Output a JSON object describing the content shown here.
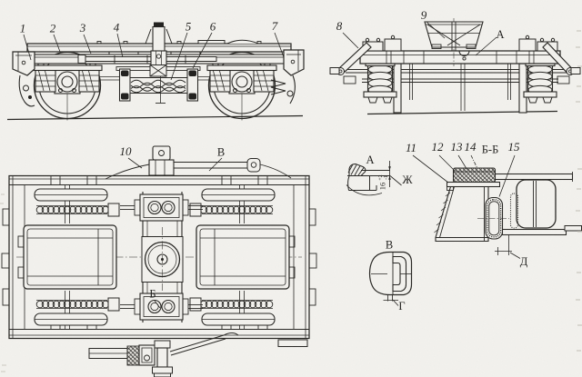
{
  "figure": {
    "kind": "scanned technical line drawing",
    "subject": "Railway tram bogie: side elevation, end elevation, plan view, flange detail A, hub detail V, section B-B",
    "background_color": "#f3f2ee",
    "ink_color": "#262522"
  },
  "callouts": {
    "side_view": {
      "p1": "1",
      "p2": "2",
      "p3": "3",
      "p4": "4",
      "p5": "5",
      "p6": "6",
      "p7": "7"
    },
    "end_view": {
      "p8": "8",
      "p9": "9",
      "view_a": "А"
    },
    "plan_view": {
      "p10": "10",
      "view_v": "В",
      "view_b": "Б"
    },
    "detail_a": {
      "title": "А",
      "mark_zh": "Ж",
      "dim_value": "16",
      "dim_upper": "+2",
      "dim_lower": "-1"
    },
    "detail_v": {
      "title": "В",
      "mark_g": "Г"
    },
    "section_bb": {
      "p11": "11",
      "p12": "12",
      "p13": "13",
      "p14": "14",
      "p15": "15",
      "title": "Б-Б",
      "mark_d": "Д"
    }
  }
}
